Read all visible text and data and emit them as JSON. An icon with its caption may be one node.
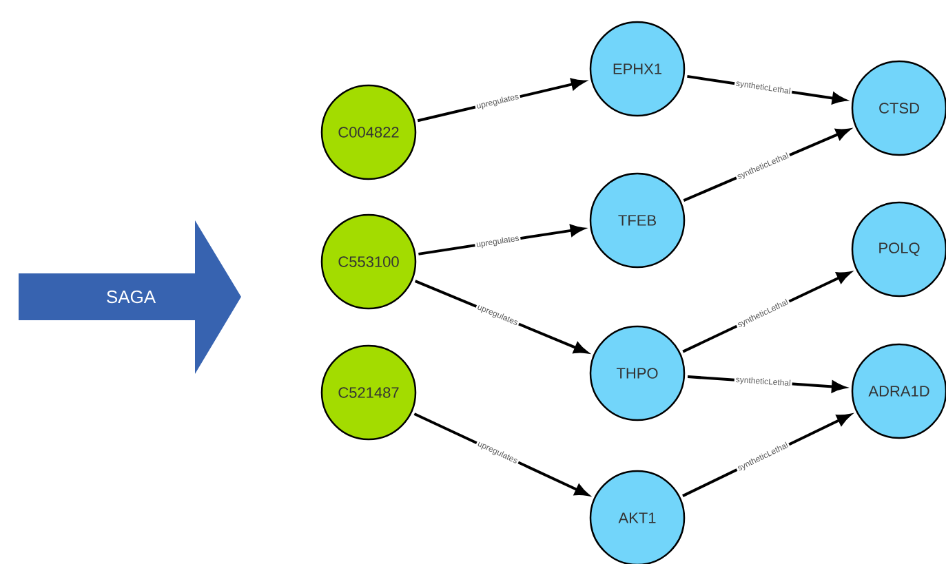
{
  "diagram": {
    "nodes": [
      {
        "text": [
          "SAGA"
        ]
      },
      {
        "text": [
          "C004822"
        ]
      },
      {
        "text": [
          "C553100"
        ]
      },
      {
        "text": [
          "C521487"
        ]
      },
      {
        "text": [
          "EPHX1"
        ]
      },
      {
        "text": [
          "TFEB"
        ]
      },
      {
        "text": [
          "THPO"
        ]
      },
      {
        "text": [
          "AKT1"
        ]
      },
      {
        "text": [
          "CTSD"
        ]
      },
      {
        "text": [
          "POLQ"
        ]
      },
      {
        "text": [
          "ADRA1D"
        ]
      }
    ],
    "edges": [
      {
        "from": 1,
        "to": 4,
        "arrow": "to",
        "label": "upregulates"
      },
      {
        "from": 2,
        "to": 5,
        "arrow": "to",
        "label": "upregulates"
      },
      {
        "from": 2,
        "to": 6,
        "arrow": "to",
        "label": "upregulates"
      },
      {
        "from": 3,
        "to": 7,
        "arrow": "to",
        "label": "upregulates"
      },
      {
        "from": 4,
        "to": 8,
        "arrow": "to",
        "label": "syntheticLethal"
      },
      {
        "from": 5,
        "to": 8,
        "arrow": "to",
        "label": "syntheticLethal"
      },
      {
        "from": 6,
        "to": 9,
        "arrow": "to",
        "label": "syntheticLethal"
      },
      {
        "from": 6,
        "to": 10,
        "arrow": "to",
        "label": "syntheticLethal"
      },
      {
        "from": 7,
        "to": 10,
        "arrow": "to",
        "label": "syntheticLethal"
      }
    ]
  }
}
